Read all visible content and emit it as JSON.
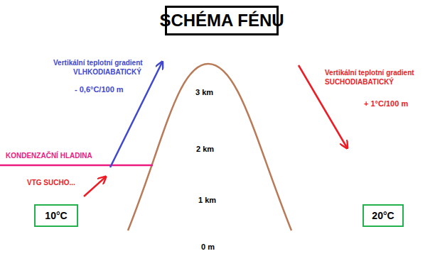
{
  "diagram": {
    "title": "SCHÉMA FÉNU",
    "nodes": [
      {
        "text": [
          "10°C"
        ]
      },
      {
        "text": [
          "20°C"
        ]
      }
    ],
    "labels": [
      "Vertikální teplotní gradient",
      "VLHKODIABATICKÝ",
      "- 0,6°C/100 m",
      "Vertikální teplotní gradient",
      "SUCHODIABATICKÝ",
      "+ 1°C/100 m",
      "KONDENZAČNÍ HLADINA",
      "VTG SUCHO...",
      "3 km",
      "2 km",
      "1 km",
      "0 m"
    ]
  }
}
